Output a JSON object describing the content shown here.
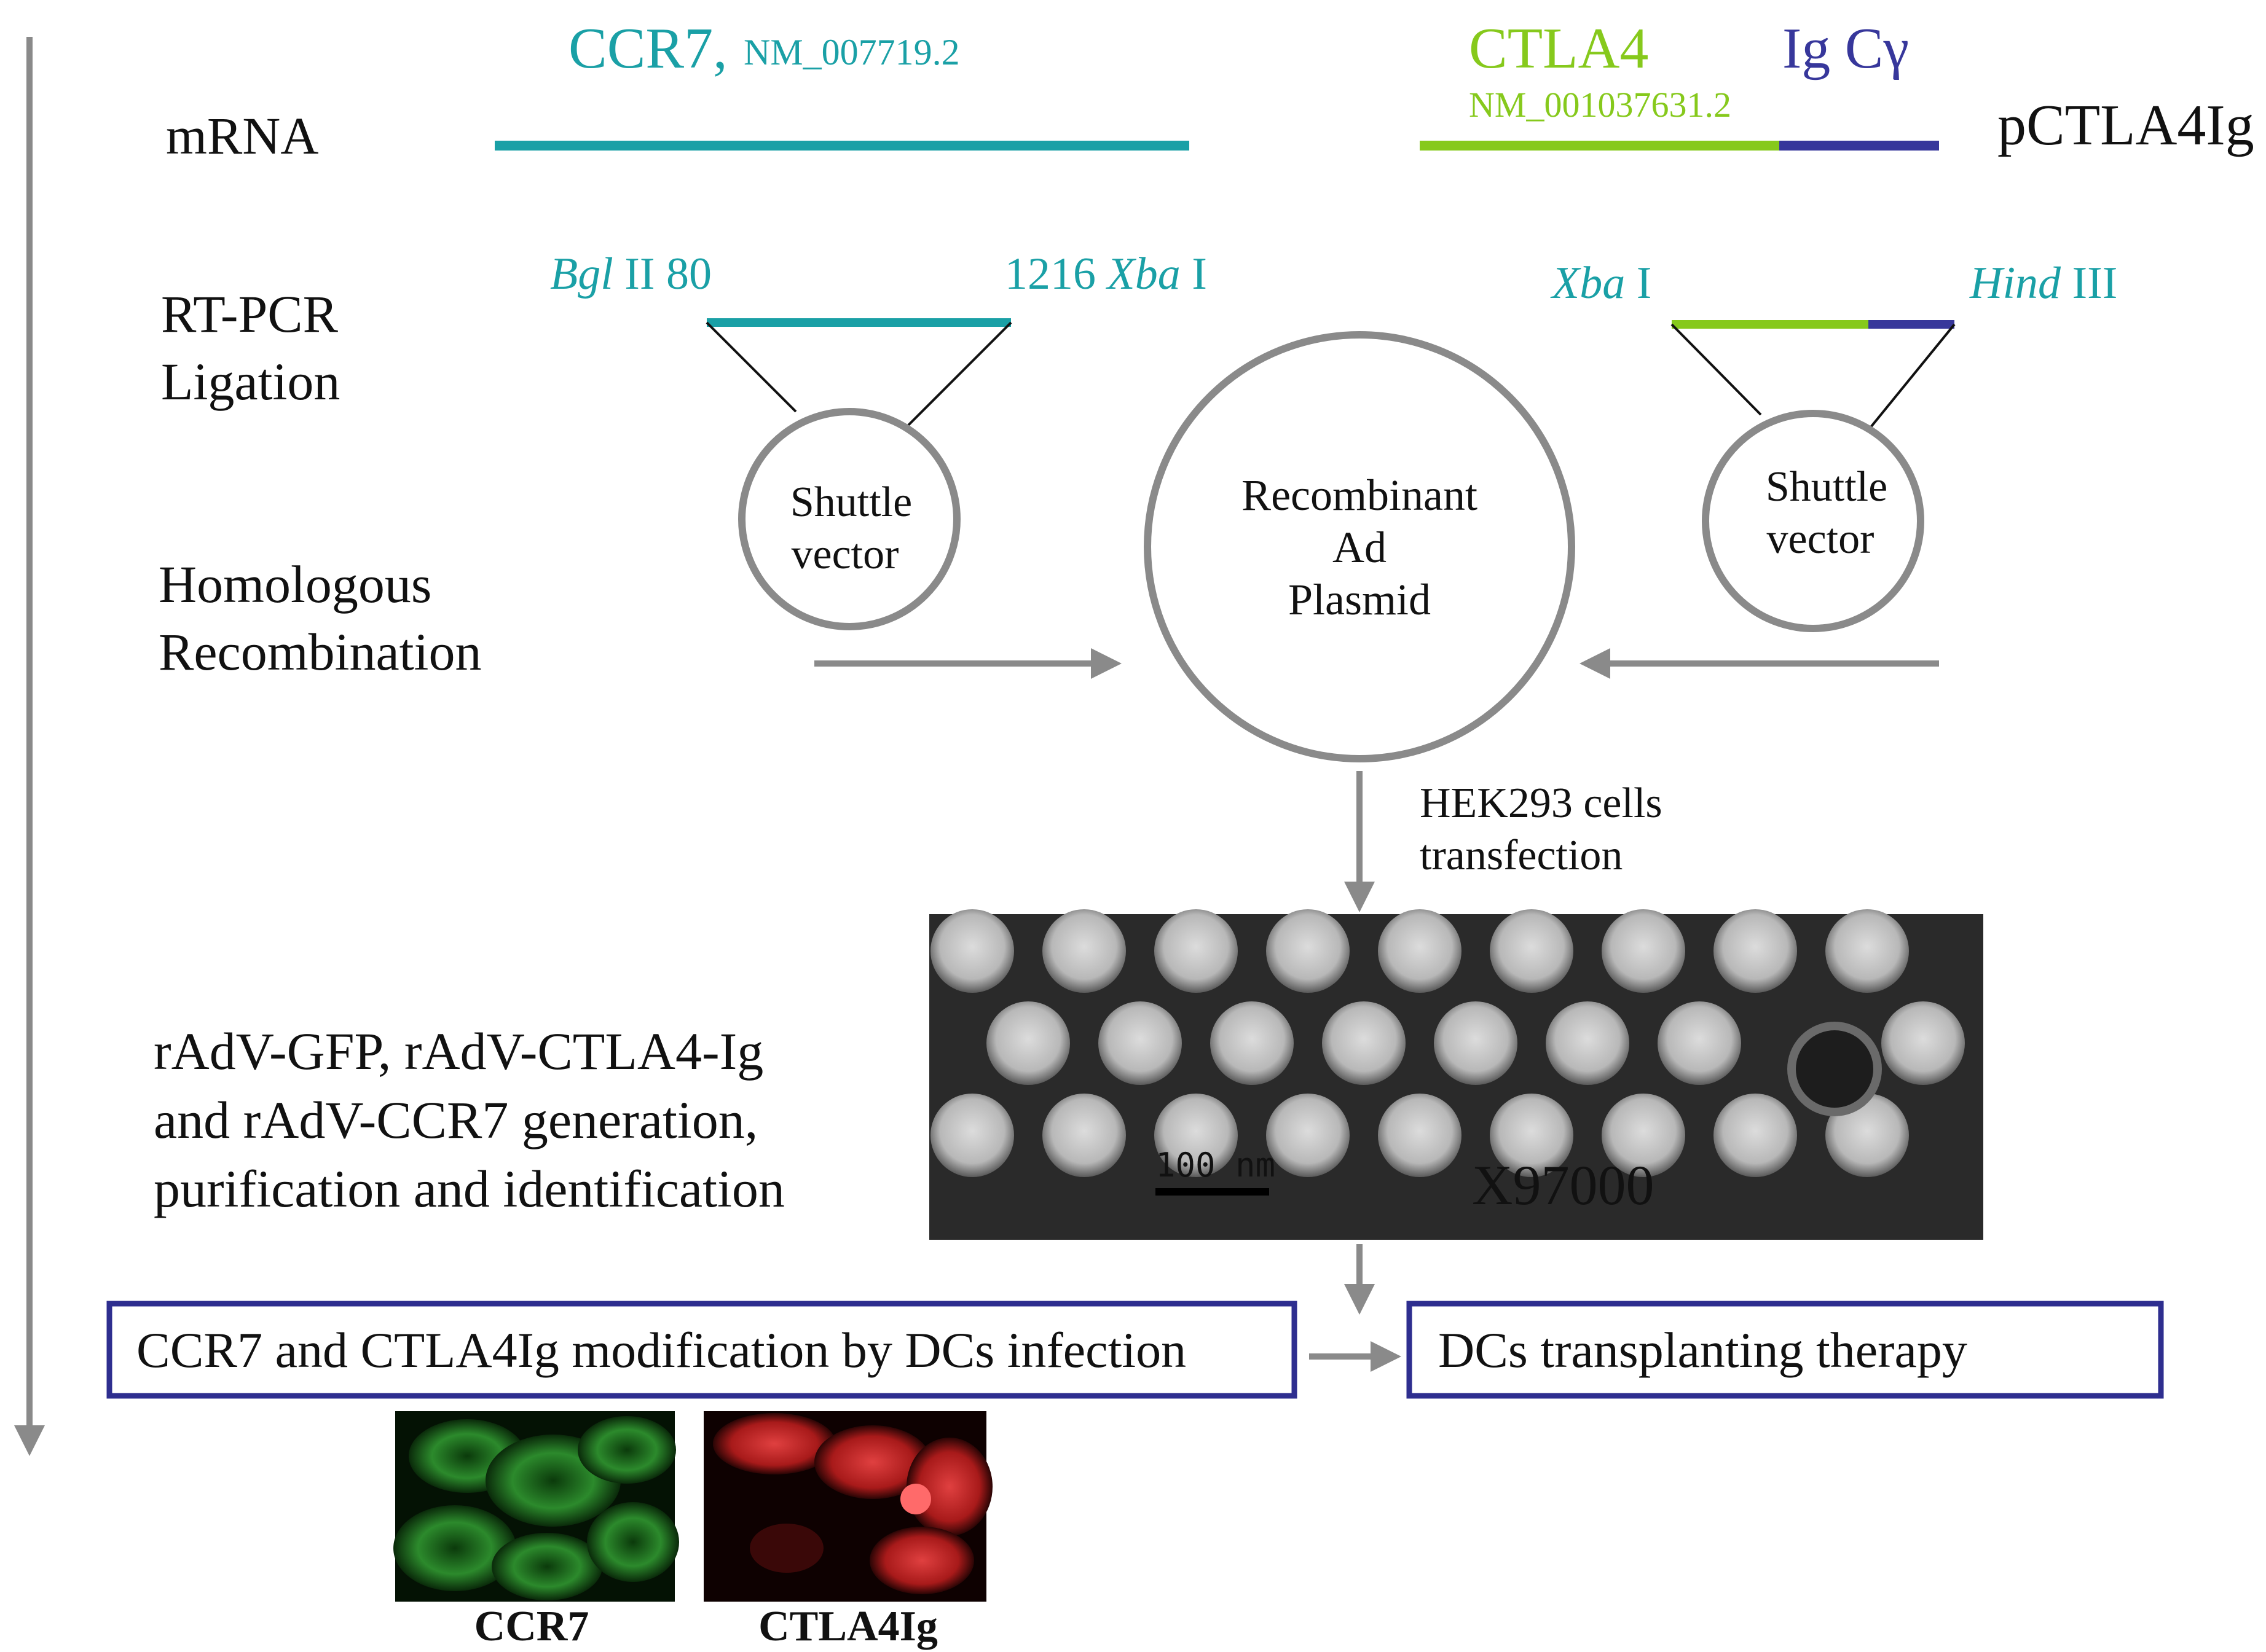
{
  "colors": {
    "ccr7": "#1aa0a6",
    "ctla4": "#86c91c",
    "igc": "#37379b",
    "arrow": "#8a8a8a",
    "box_border": "#2e2e8f",
    "text": "#111111"
  },
  "steps": {
    "mrna": "mRNA",
    "rtpcr": "RT-PCR",
    "ligation": "Ligation",
    "homologous": "Homologous",
    "recombination": "Recombination",
    "generation_line1": "rAdV-GFP, rAdV-CTLA4-Ig",
    "generation_line2": "and rAdV-CCR7 generation,",
    "generation_line3": "purification and identification"
  },
  "genes": {
    "ccr7_name": "CCR7,",
    "ccr7_accession": "NM_007719.2",
    "ctla4_name": "CTLA4",
    "ctla4_accession": "NM_001037631.2",
    "igc_name": "Ig Cγ",
    "plasmid_name": "pCTLA4Ig"
  },
  "sites": {
    "bgl_italic": "Bgl",
    "bgl_rest": " II 80",
    "xba_left_num": "1216 ",
    "xba_left_italic": "Xba",
    "xba_left_rest": " I",
    "xba_right_italic": "Xba",
    "xba_right_rest": " I",
    "hind_italic": "Hind",
    "hind_rest": " III"
  },
  "circles": {
    "shuttle_line1": "Shuttle",
    "shuttle_line2": "vector",
    "recomb_line1": "Recombinant",
    "recomb_line2": "Ad",
    "recomb_line3": "Plasmid"
  },
  "transfection": {
    "line1": "HEK293 cells",
    "line2": "transfection"
  },
  "micrograph": {
    "scale_label": "100  nm",
    "magnification": "X97000"
  },
  "boxes": {
    "modification": "CCR7 and CTLA4Ig modification by DCs infection",
    "therapy": "DCs  transplanting therapy"
  },
  "images": {
    "ccr7_label": "CCR7",
    "ctla4ig_label": "CTLA4Ig"
  }
}
